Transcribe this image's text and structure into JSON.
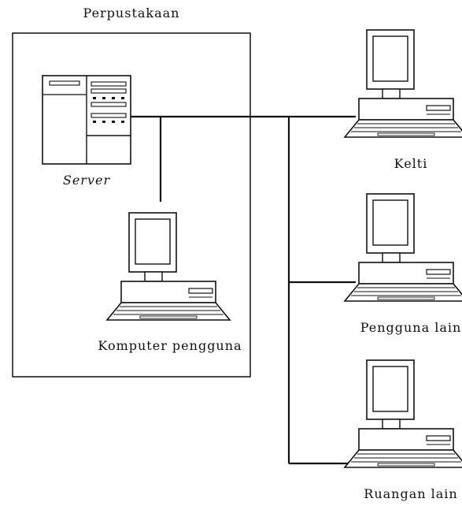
{
  "library_label": "Perpustakaan",
  "server_label": "Server",
  "user_computer_label": "Komputer pengguna",
  "kelti_label": "Kelti",
  "other_user_label": "Pengguna lain",
  "other_room_label": "Ruangan lain",
  "icons": {
    "server": "server-icon",
    "computer": "desktop-computer-icon"
  }
}
